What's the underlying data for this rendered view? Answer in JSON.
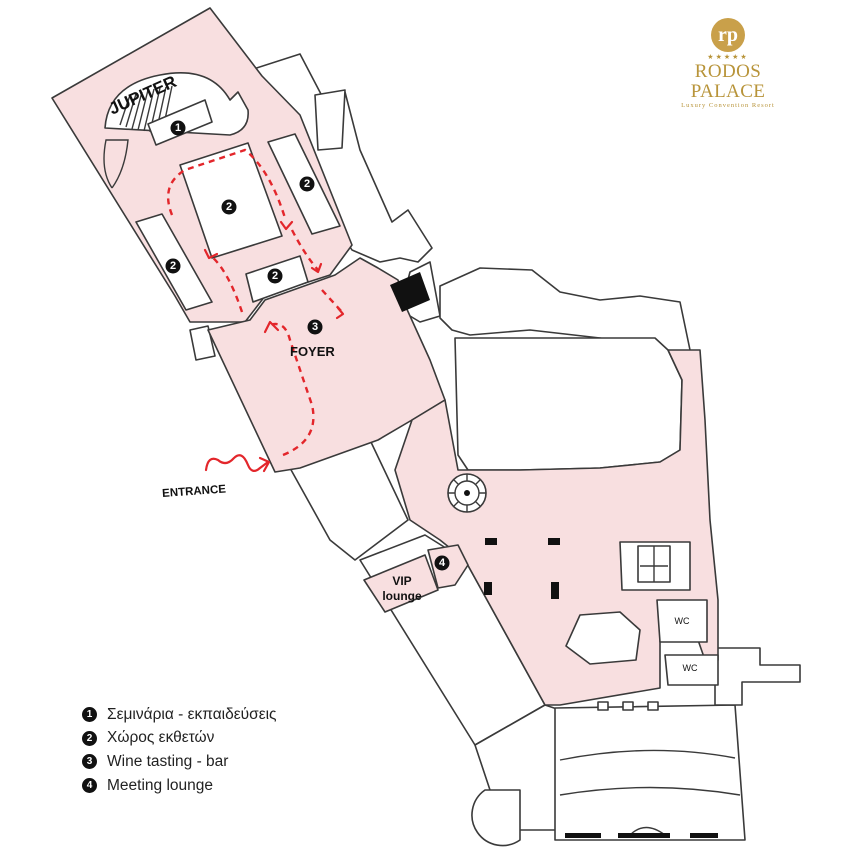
{
  "brand": {
    "emblem": "rp",
    "stars": "★★★★★",
    "name": "RODOS PALACE",
    "tagline": "Luxury Convention Resort"
  },
  "rooms": {
    "jupiter": "JUPITER",
    "foyer": "FOYER",
    "vip_line1": "VIP",
    "vip_line2": "lounge",
    "wc": "WC"
  },
  "entrance_label": "ENTRANCE",
  "markers": {
    "one": "1",
    "two": "2",
    "three": "3",
    "four": "4"
  },
  "legend": [
    {
      "num": "1",
      "label": "Σεμινάρια - εκπαιδεύσεις"
    },
    {
      "num": "2",
      "label": "Χώρος εκθετών"
    },
    {
      "num": "3",
      "label": "Wine tasting - bar"
    },
    {
      "num": "4",
      "label": "Meeting lounge"
    }
  ],
  "colors": {
    "highlight_area": "#f8dfe0",
    "route": "#e3262b",
    "brand_gold": "#b8943a"
  },
  "icons": [
    "exit-arrow-icon",
    "route-arrow-icon",
    "staircase-icon",
    "spiral-staircase-icon",
    "column-icon"
  ]
}
